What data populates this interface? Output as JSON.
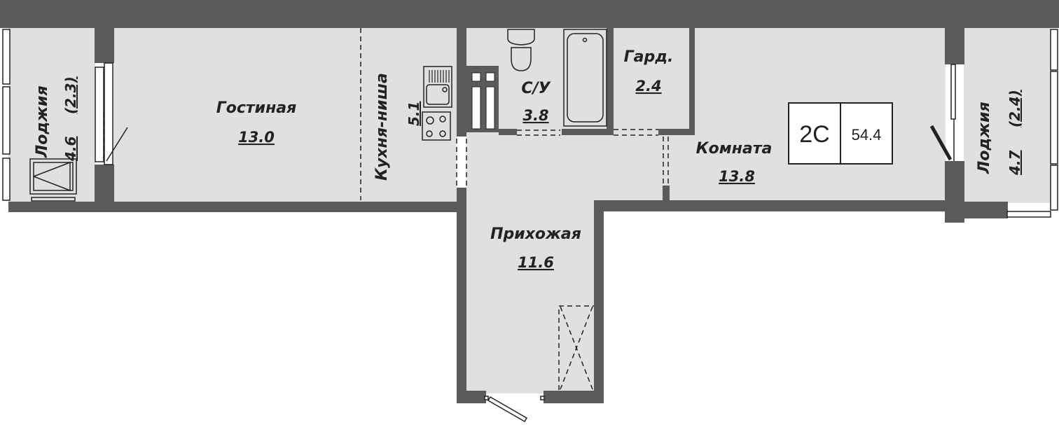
{
  "plan": {
    "type": "2C",
    "total_area": "54.4",
    "colors": {
      "wall": "#5b5b5b",
      "floor": "#e0e0e0",
      "background": "#ffffff",
      "text": "#222222"
    }
  },
  "rooms": [
    {
      "id": "loggia-left",
      "label": "Лоджия",
      "area": "4.6",
      "secondary_area": "(2.3)"
    },
    {
      "id": "living-room",
      "label": "Гостиная",
      "area": "13.0"
    },
    {
      "id": "kitchen-niche",
      "label": "Кухня-ниша",
      "area": "5.1"
    },
    {
      "id": "bathroom",
      "label": "С/У",
      "area": "3.8"
    },
    {
      "id": "wardrobe",
      "label": "Гард.",
      "area": "2.4"
    },
    {
      "id": "room",
      "label": "Комната",
      "area": "13.8"
    },
    {
      "id": "hallway",
      "label": "Прихожая",
      "area": "11.6"
    },
    {
      "id": "loggia-right",
      "label": "Лоджия",
      "area": "4.7",
      "secondary_area": "(2.4)"
    }
  ]
}
